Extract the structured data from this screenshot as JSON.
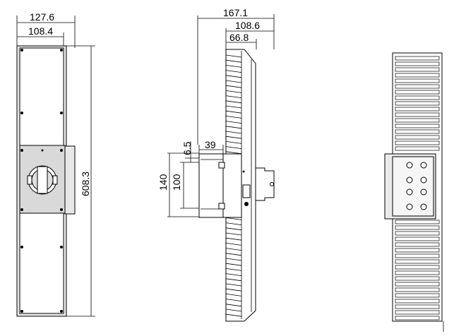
{
  "front_view": {
    "width_overall": "127.6",
    "width_body": "108.4",
    "height": "608.3"
  },
  "side_view": {
    "depth_overall": "167.1",
    "depth_mid": "108.6",
    "depth_body": "66.8",
    "bracket_offset": "6.5",
    "bracket_depth": "39",
    "bracket_height_outer": "140",
    "bracket_height_inner": "100"
  }
}
